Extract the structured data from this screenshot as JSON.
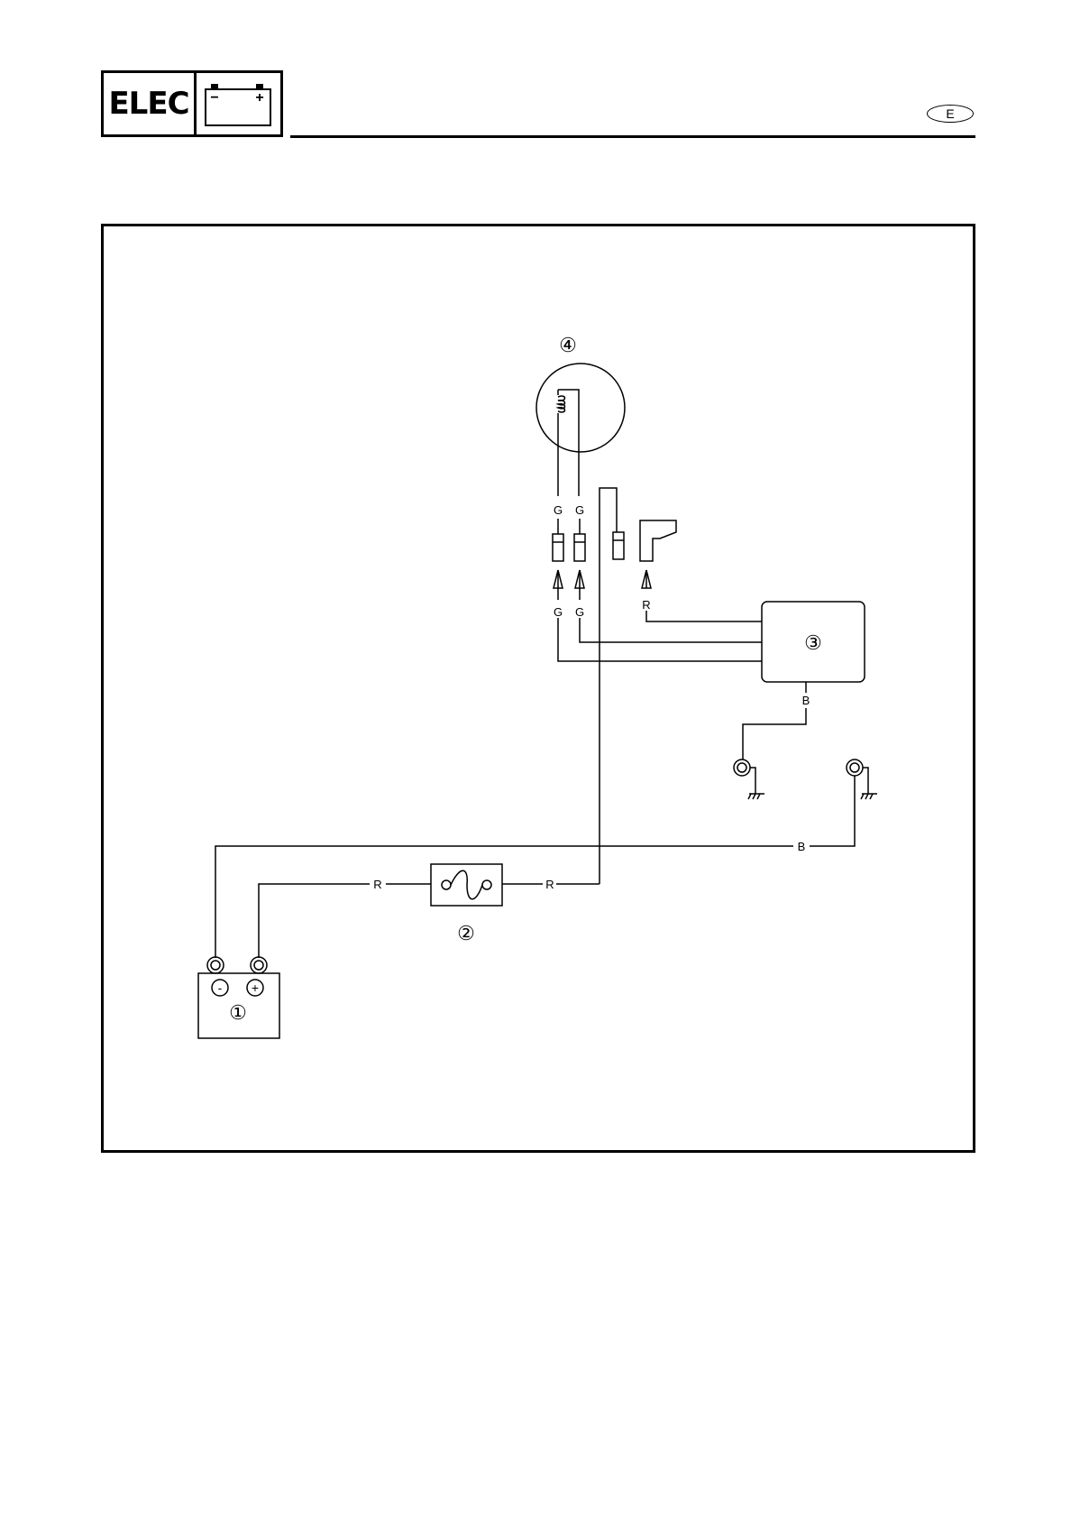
{
  "header": {
    "section_label": "ELEC",
    "battery_icon": "battery-icon",
    "battery_minus": "−",
    "battery_plus": "+",
    "language": "E"
  },
  "diagram": {
    "callouts": {
      "battery": "①",
      "fuse": "②",
      "cdi_unit": "③",
      "coil": "④"
    },
    "terminals": {
      "negative": "-",
      "positive": "+"
    },
    "wire_labels": {
      "coil_upper_left": "G",
      "coil_upper_right": "G",
      "coil_lower_left": "G",
      "coil_lower_right": "G",
      "cap_lower": "R",
      "cdi_ground": "B",
      "battery_ground": "B",
      "fuse_left": "R",
      "fuse_right": "R"
    }
  }
}
